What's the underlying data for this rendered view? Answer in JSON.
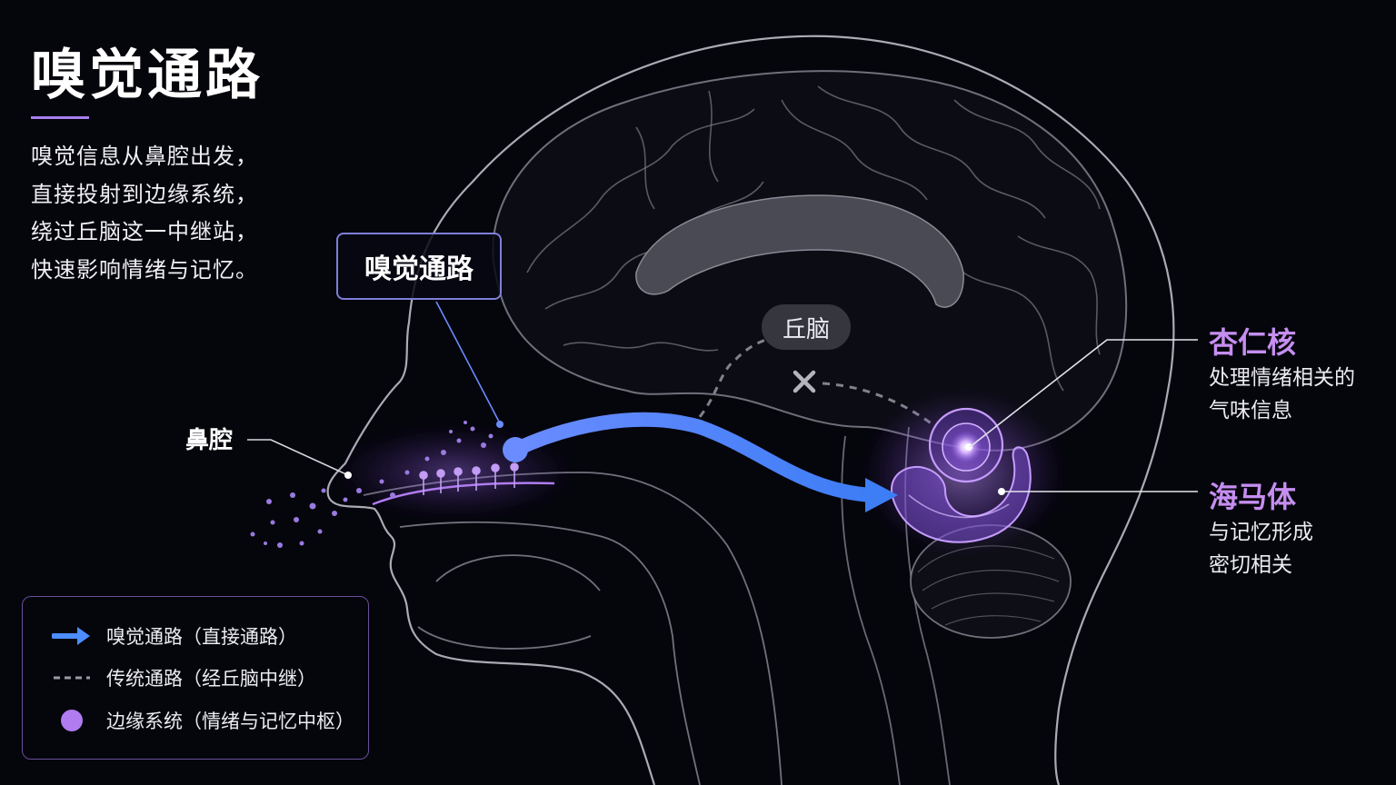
{
  "title": "嗅觉通路",
  "intro_lines": [
    "嗅觉信息从鼻腔出发，",
    "直接投射到边缘系统，",
    "绕过丘脑这一中继站，",
    "快速影响情绪与记忆。"
  ],
  "callout": "嗅觉通路",
  "labels": {
    "nasal_cavity": "鼻腔",
    "thalamus": "丘脑"
  },
  "amygdala": {
    "title": "杏仁核",
    "desc": [
      "处理情绪相关的",
      "气味信息"
    ]
  },
  "hippocampus": {
    "title": "海马体",
    "desc": [
      "与记忆形成",
      "密切相关"
    ]
  },
  "legend": [
    {
      "icon": "blue-arrow-icon",
      "label": "嗅觉通路（直接通路）"
    },
    {
      "icon": "gray-dashed-line-icon",
      "label": "传统通路（经丘脑中继）"
    },
    {
      "icon": "purple-dot-icon",
      "label": "边缘系统（情绪与记忆中枢）"
    }
  ],
  "colors": {
    "background": "#05050c",
    "pathway_blue": "#4c8dff",
    "limbic_purple": "#b07cf0",
    "label_purple": "#c58ef0",
    "outline_gray": "#c9c9d2"
  }
}
